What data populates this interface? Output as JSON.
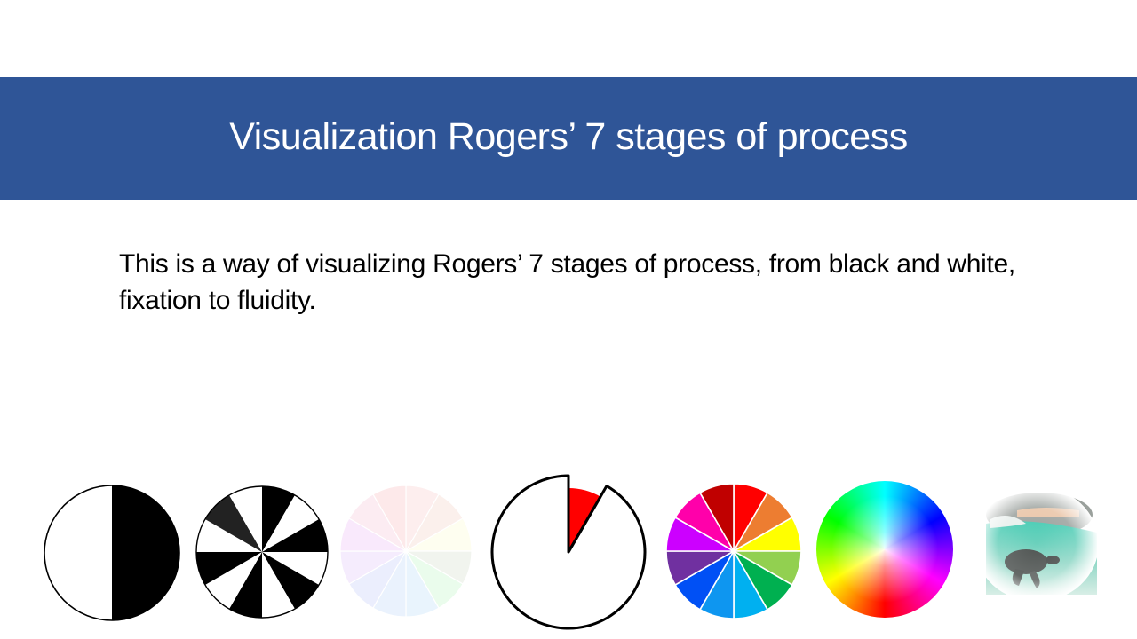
{
  "slide": {
    "title": "Visualization Rogers’ 7 stages of process",
    "body": "This is a way of visualizing Rogers’ 7 stages of process, from black and white, fixation to fluidity.",
    "colors": {
      "title_band": "#2F5597",
      "title_text": "#FFFFFF",
      "body_text": "#000000",
      "background": "#FFFFFF"
    }
  },
  "stages": [
    {
      "index": 1,
      "name": "half-black-half-white-circle",
      "description": "Circle split vertically: white left, black right"
    },
    {
      "index": 2,
      "name": "black-white-pinwheel-circle",
      "description": "12 alternating black/white segments, one dark gray"
    },
    {
      "index": 3,
      "name": "pale-pastel-color-wheel",
      "description": "12 very faint pastel segments"
    },
    {
      "index": 4,
      "name": "pacman-circle-red-wedge",
      "description": "Outlined circle with missing wedge and small red sector"
    },
    {
      "index": 5,
      "name": "12-segment-color-wheel",
      "description": "Saturated 12-color wheel",
      "segment_colors": [
        "#FF0000",
        "#ED7D31",
        "#FFFF00",
        "#92D050",
        "#00B050",
        "#00B0F0",
        "#0E96F0",
        "#0050F5",
        "#7030A0",
        "#CC00FF",
        "#FF00AA",
        "#C00000"
      ]
    },
    {
      "index": 6,
      "name": "continuous-gradient-color-wheel",
      "description": "Smooth hue gradient wheel with white center"
    },
    {
      "index": 7,
      "name": "sea-turtle-photo-vignette",
      "description": "Faded photo of a sea turtle swimming in turquoise water"
    }
  ]
}
